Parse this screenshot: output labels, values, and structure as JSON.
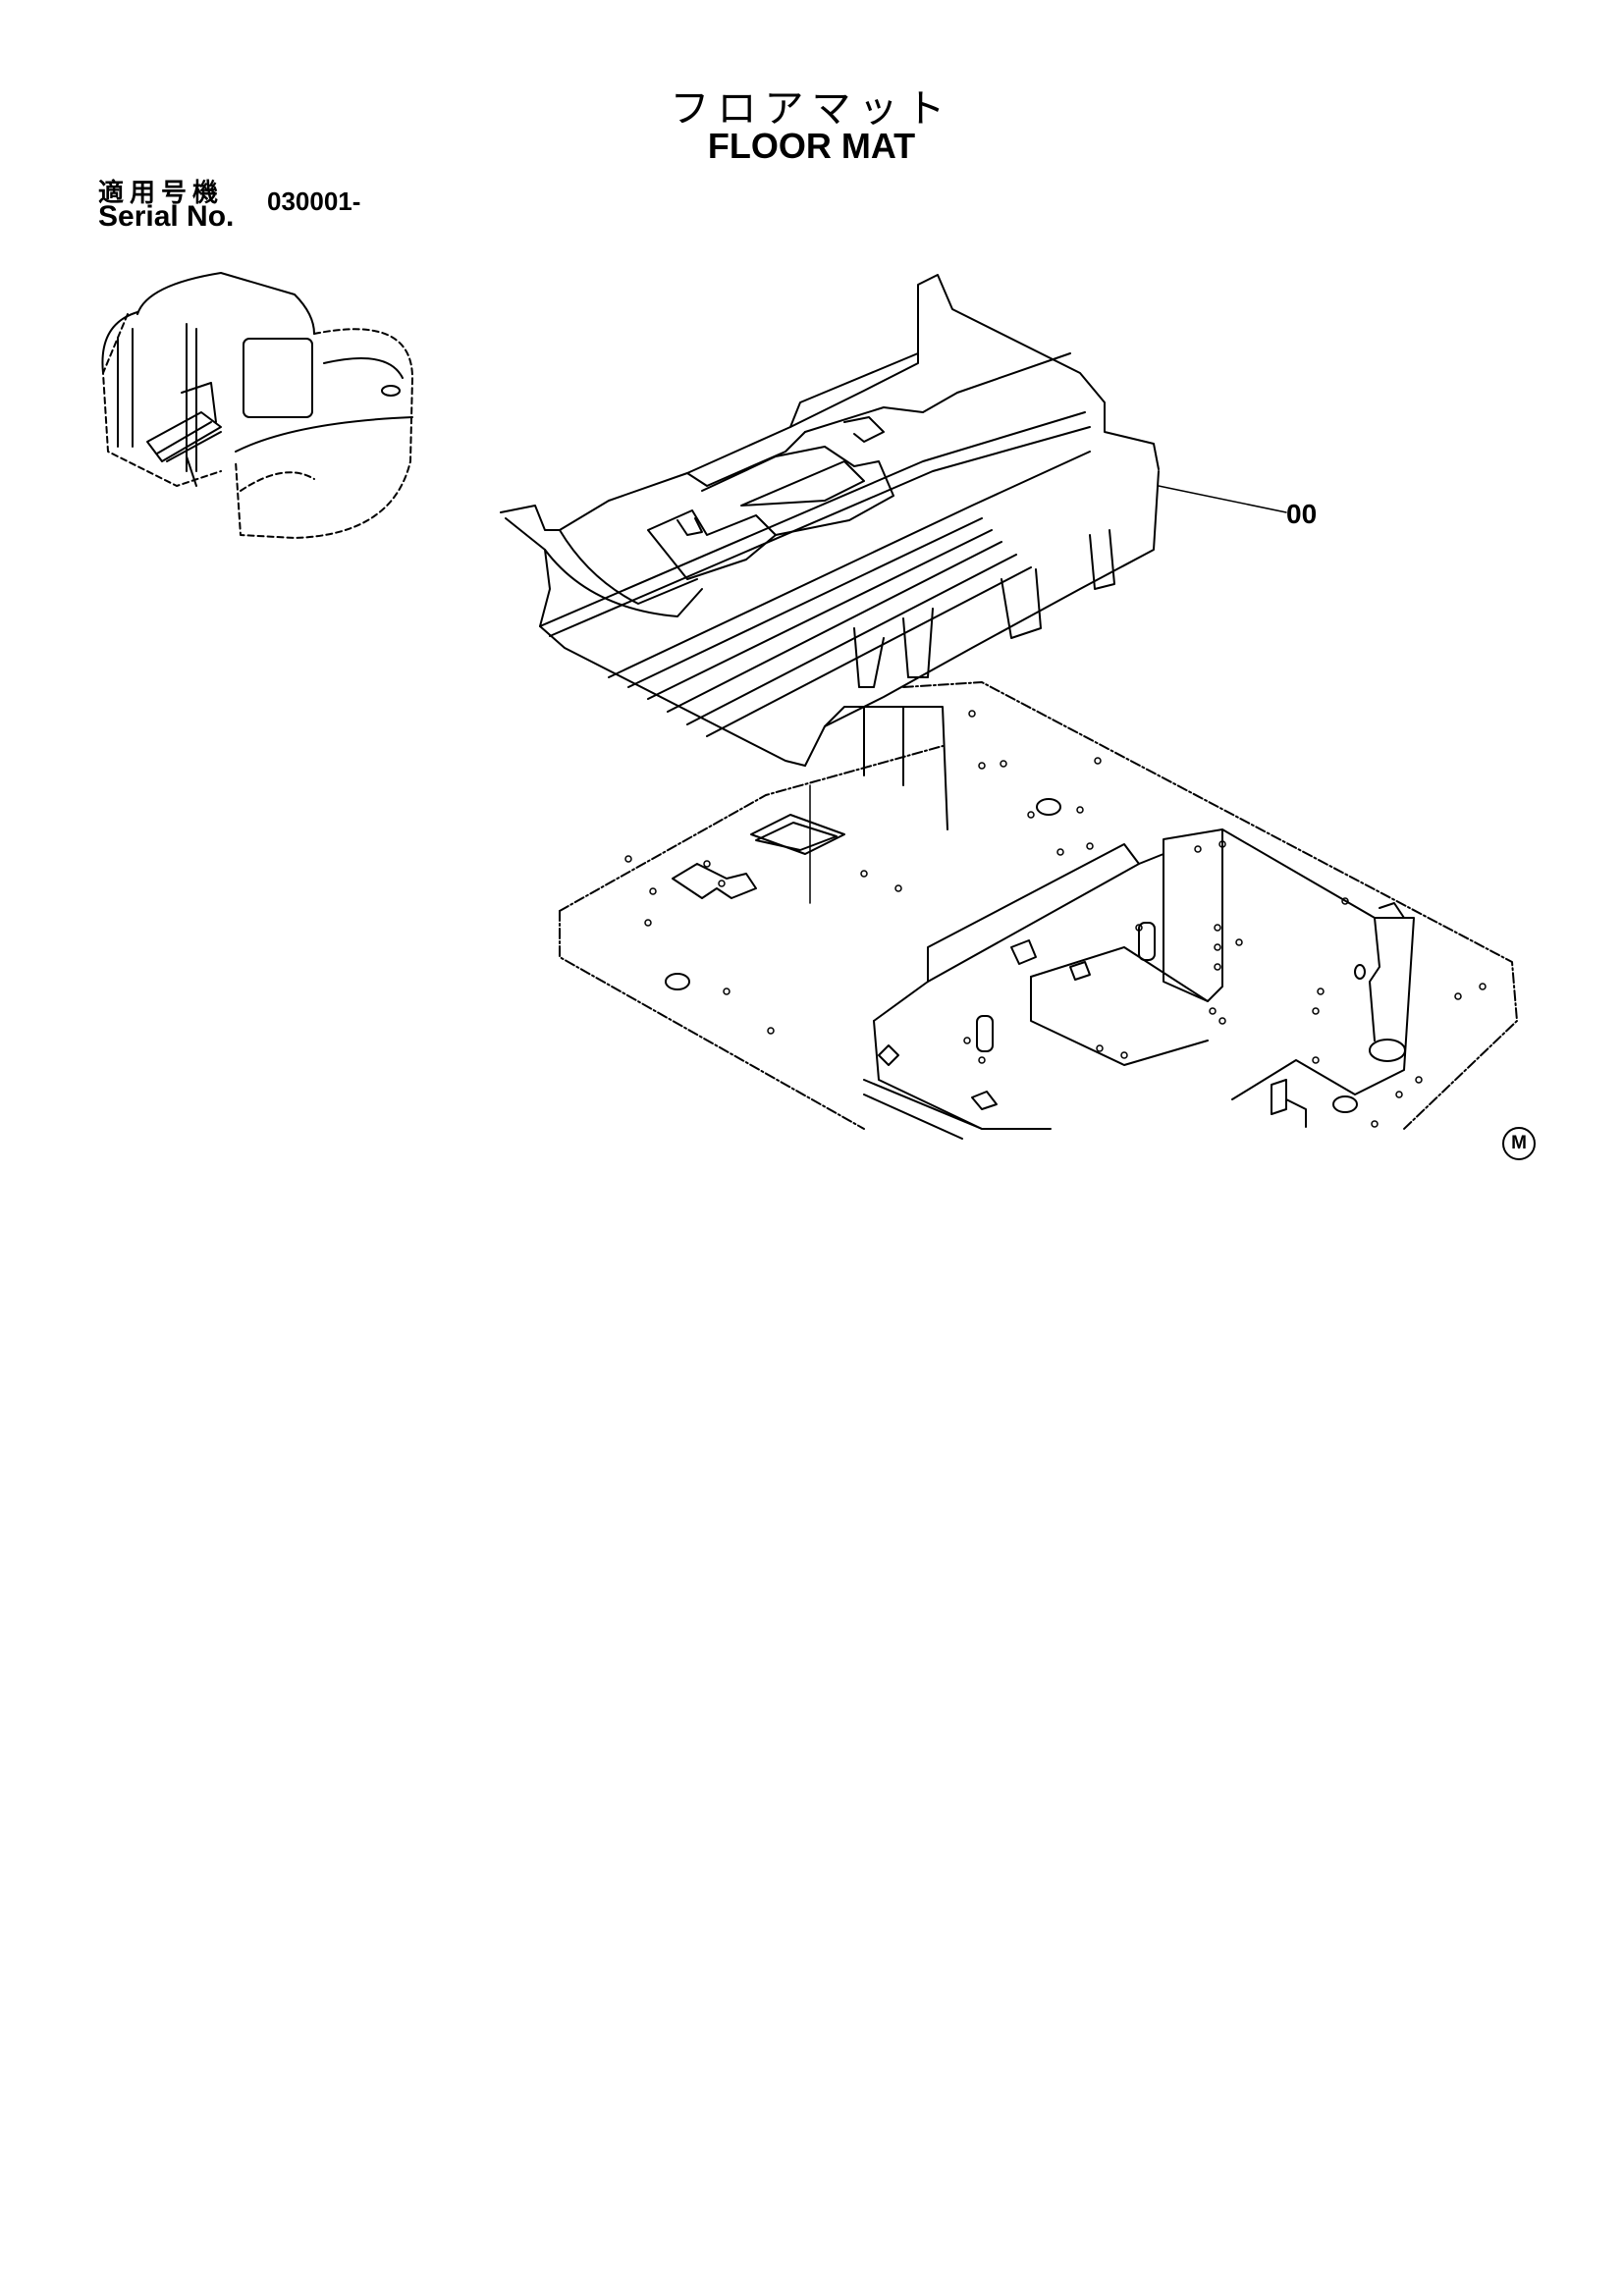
{
  "header": {
    "title_jp": "フロアマット",
    "title_en": "FLOOR MAT"
  },
  "serial": {
    "label_jp": "適用号機",
    "label_en": "Serial No.",
    "value": "030001-"
  },
  "diagram": {
    "callouts": [
      {
        "label": "00",
        "part": "floor mat"
      }
    ],
    "corner_mark": "M"
  }
}
